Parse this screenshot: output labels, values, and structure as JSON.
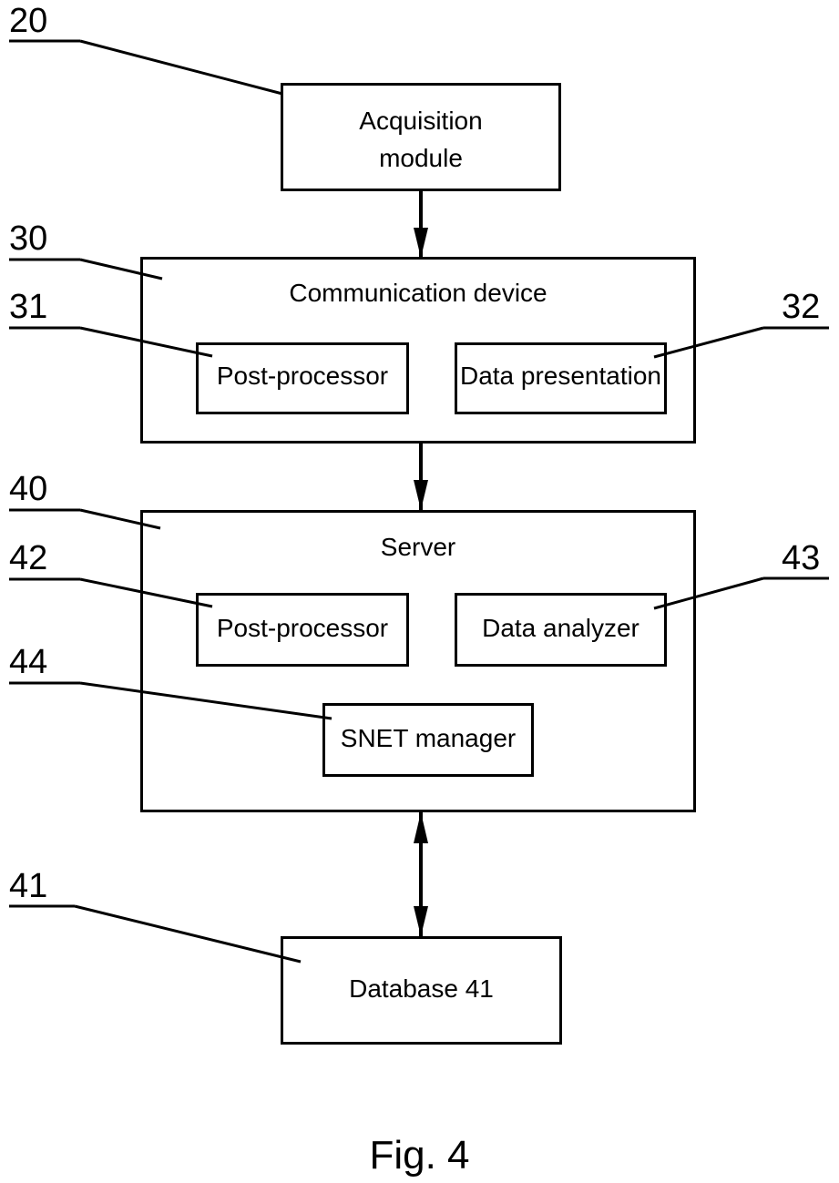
{
  "boxes": {
    "acquisition": "Acquisition\nmodule",
    "communication": "Communication device",
    "post_processor_31": "Post-processor",
    "data_presentation": "Data presentation",
    "server": "Server",
    "post_processor_42": "Post-processor",
    "data_analyzer": "Data analyzer",
    "snet_manager": "SNET manager",
    "database": "Database 41"
  },
  "refs": {
    "r20": "20",
    "r30": "30",
    "r31": "31",
    "r32": "32",
    "r40": "40",
    "r42": "42",
    "r43": "43",
    "r44": "44",
    "r41": "41"
  },
  "caption": "Fig. 4"
}
